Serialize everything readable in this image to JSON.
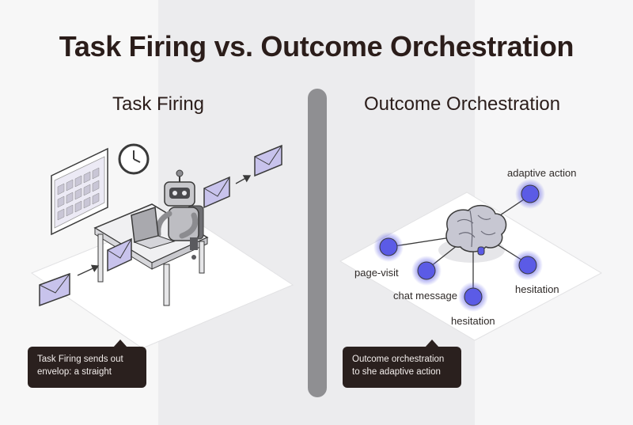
{
  "title": "Task Firing vs. Outcome Orchestration",
  "left_panel": {
    "heading": "Task Firing",
    "callout": "Task Firing sends out envelop: a straight"
  },
  "right_panel": {
    "heading": "Outcome Orchestration",
    "nodes": {
      "top": "adaptive action",
      "left": "page-visit",
      "middle": "chat message",
      "right": "hesitation",
      "bottom": "hesitation"
    },
    "callout": "Outcome orchestration to she adaptive action"
  },
  "colors": {
    "node_fill": "#5b5be6",
    "node_glow": "#c9c9f6",
    "envelope": "#c8c3ec",
    "callout_bg": "#2a201e",
    "divider": "#8f8f92"
  },
  "icons": [
    "calendar-icon",
    "clock-icon",
    "robot-icon",
    "laptop-icon",
    "envelope-icon",
    "brain-icon"
  ]
}
